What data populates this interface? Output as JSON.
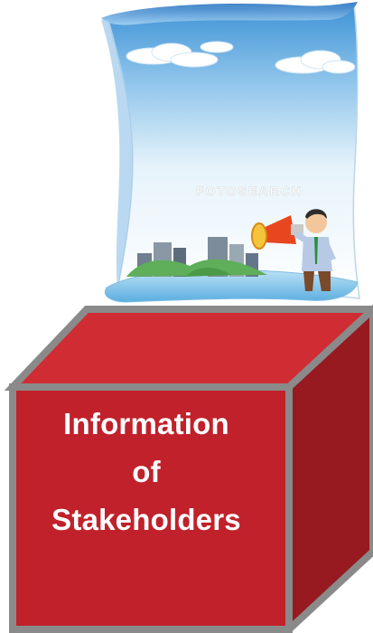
{
  "watermark": "FOTOSEARCH",
  "cube": {
    "label_lines": [
      "Information",
      "of",
      "Stakeholders"
    ]
  },
  "colors": {
    "cube_front": "#c0212b",
    "cube_top": "#cf2d33",
    "cube_side": "#961a20",
    "cube_border": "#8a8a8a",
    "sky_top": "#4f9fd9",
    "sky_bottom": "#ffffff"
  },
  "icons": [
    "megaphone-icon",
    "speaker-person",
    "city-buildings",
    "clouds"
  ]
}
